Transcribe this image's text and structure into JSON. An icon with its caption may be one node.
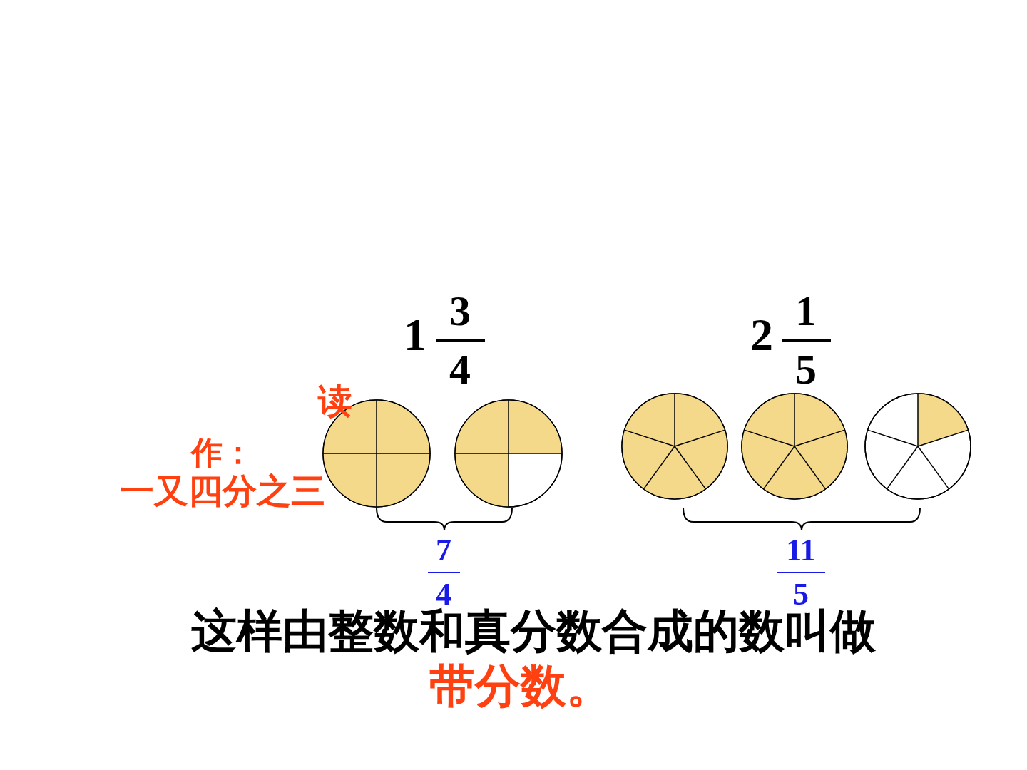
{
  "diagram": {
    "labels": [
      "读",
      "1",
      "3",
      "4",
      "2",
      "1",
      "5",
      "作：",
      "一又四分之三",
      "7",
      "4",
      "11",
      "5",
      "这样由整数和真分数合成的数叫做",
      "带分数。"
    ]
  }
}
